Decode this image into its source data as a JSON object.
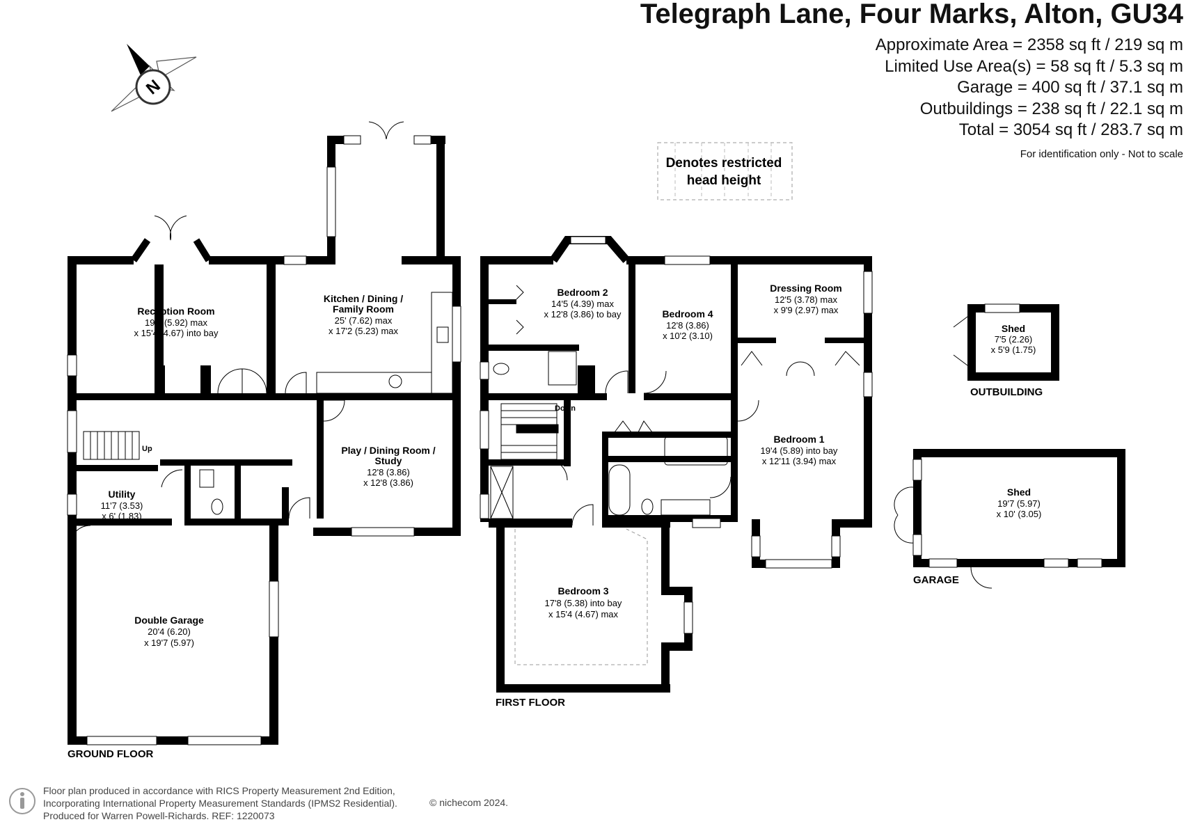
{
  "title": "Telegraph Lane, Four Marks, Alton, GU34",
  "areas": [
    "Approximate Area = 2358 sq ft / 219 sq m",
    "Limited Use Area(s) = 58 sq ft / 5.3 sq m",
    "Garage = 400 sq ft / 37.1 sq m",
    "Outbuildings = 238 sq ft / 22.1 sq m",
    "Total = 3054 sq ft / 283.7 sq m"
  ],
  "disclaimer": "For identification only - Not to scale",
  "legend": {
    "line1": "Denotes restricted",
    "line2": "head height"
  },
  "compass": {
    "letter": "N"
  },
  "floors": {
    "ground": "GROUND FLOOR",
    "first": "FIRST FLOOR",
    "outbuilding": "OUTBUILDING",
    "garage": "GARAGE"
  },
  "rooms": {
    "reception": {
      "name": "Reception Room",
      "dim1": "19'5 (5.92) max",
      "dim2": "x 15'4 (4.67) into bay"
    },
    "kitchen": {
      "name1": "Kitchen / Dining /",
      "name2": "Family Room",
      "dim1": "25' (7.62) max",
      "dim2": "x 17'2 (5.23)  max"
    },
    "play": {
      "name1": "Play / Dining Room /",
      "name2": "Study",
      "dim1": "12'8 (3.86)",
      "dim2": "x 12'8 (3.86)"
    },
    "utility": {
      "name": "Utility",
      "dim1": "11'7 (3.53)",
      "dim2": "x 6' (1.83)"
    },
    "garage": {
      "name": "Double Garage",
      "dim1": "20'4 (6.20)",
      "dim2": "x 19'7 (5.97)"
    },
    "bedroom2": {
      "name": "Bedroom 2",
      "dim1": "14'5 (4.39) max",
      "dim2": "x 12'8 (3.86) to bay"
    },
    "bedroom4": {
      "name": "Bedroom 4",
      "dim1": "12'8 (3.86)",
      "dim2": "x 10'2 (3.10)"
    },
    "dressing": {
      "name": "Dressing Room",
      "dim1": "12'5 (3.78) max",
      "dim2": "x 9'9 (2.97) max"
    },
    "bedroom1": {
      "name": "Bedroom 1",
      "dim1": "19'4 (5.89) into bay",
      "dim2": "x 12'11 (3.94) max"
    },
    "bedroom3": {
      "name": "Bedroom 3",
      "dim1": "17'8 (5.38) into bay",
      "dim2": "x 15'4 (4.67) max"
    },
    "shed_small": {
      "name": "Shed",
      "dim1": "7'5 (2.26)",
      "dim2": "x 5'9 (1.75)"
    },
    "shed_large": {
      "name": "Shed",
      "dim1": "19'7 (5.97)",
      "dim2": "x 10' (3.05)"
    }
  },
  "stairs": {
    "up": "Up",
    "down": "Down"
  },
  "footer": {
    "line1": "Floor plan produced in accordance with RICS Property Measurement 2nd Edition,",
    "line2": "Incorporating International Property Measurement Standards (IPMS2 Residential).",
    "line3": "Produced for Warren Powell-Richards.   REF: 1220073",
    "copyright": "© nichecom 2024."
  }
}
